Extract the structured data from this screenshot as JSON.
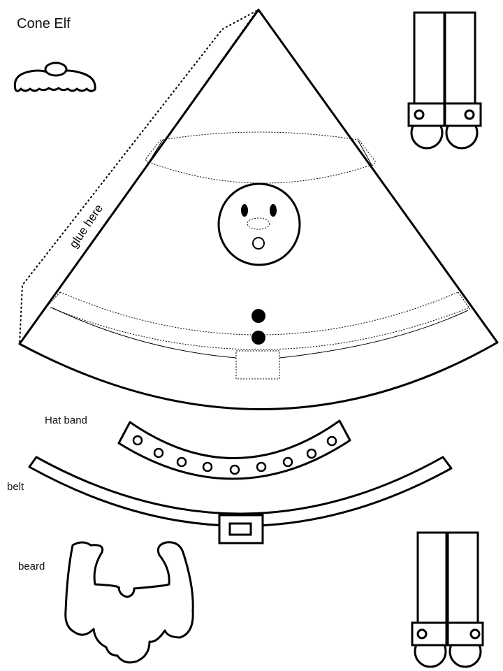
{
  "title": "Cone Elf",
  "glue_label": "glue here",
  "labels": {
    "hat_band": "Hat band",
    "belt": "belt",
    "beard": "beard"
  },
  "colors": {
    "line": "#000000",
    "paper": "#ffffff"
  },
  "pieces": [
    "mustache-piece",
    "cone-body-piece",
    "hat-band-piece",
    "belt-piece",
    "beard-piece",
    "leg-set-top",
    "leg-set-bottom"
  ]
}
